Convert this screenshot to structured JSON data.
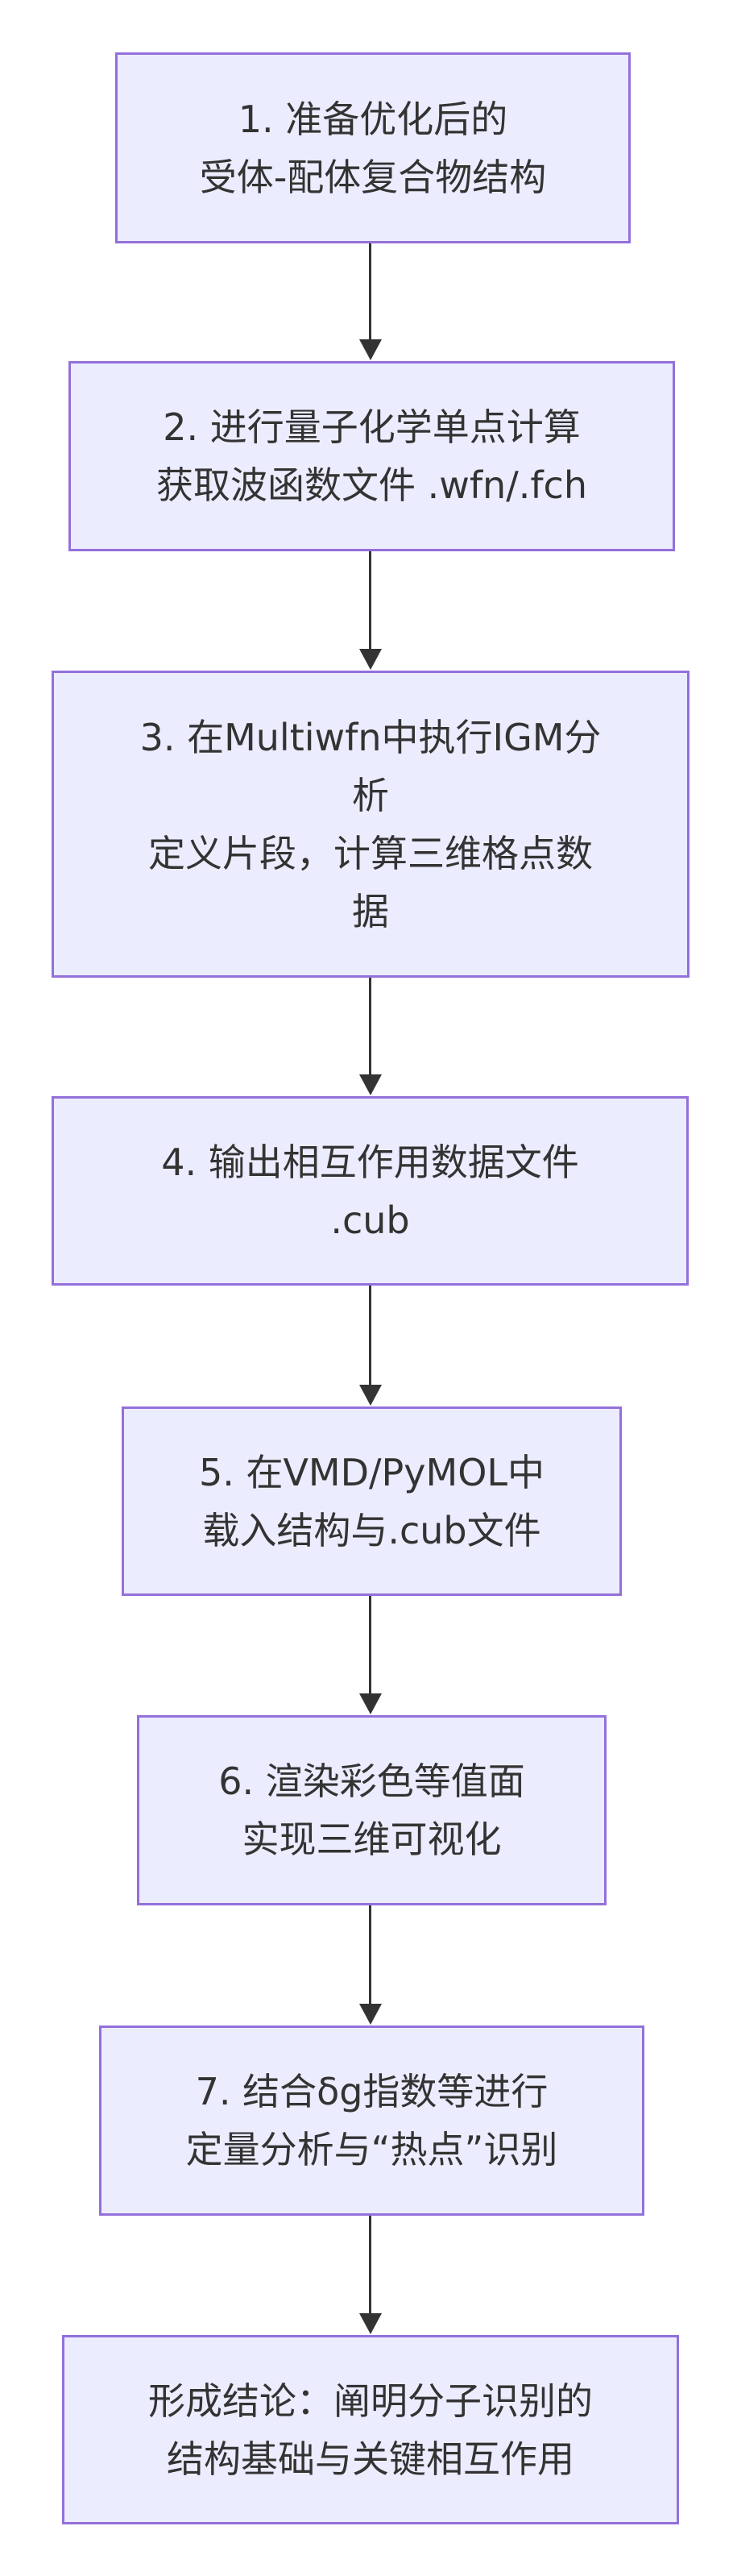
{
  "diagram": {
    "type": "flowchart",
    "direction": "top-down",
    "colors": {
      "background": "#ffffff",
      "node_fill": "#ECECFF",
      "node_border": "#9370DB",
      "text": "#333333",
      "arrow": "#333333"
    },
    "nodes": [
      {
        "id": "step1",
        "lines": [
          "1. 准备优化后的",
          "受体-配体复合物结构"
        ]
      },
      {
        "id": "step2",
        "lines": [
          "2. 进行量子化学单点计算",
          "获取波函数文件 .wfn/.fch"
        ]
      },
      {
        "id": "step3",
        "lines": [
          "3. 在Multiwfn中执行IGM分",
          "析",
          "定义片段，计算三维格点数",
          "据"
        ]
      },
      {
        "id": "step4",
        "lines": [
          "4. 输出相互作用数据文件",
          ".cub"
        ]
      },
      {
        "id": "step5",
        "lines": [
          "5. 在VMD/PyMOL中",
          "载入结构与.cub文件"
        ]
      },
      {
        "id": "step6",
        "lines": [
          "6. 渲染彩色等值面",
          "实现三维可视化"
        ]
      },
      {
        "id": "step7",
        "lines": [
          "7. 结合δg指数等进行",
          "定量分析与“热点”识别"
        ]
      },
      {
        "id": "step8",
        "lines": [
          "形成结论：阐明分子识别的",
          "结构基础与关键相互作用"
        ]
      }
    ],
    "edges": [
      {
        "from": "step1",
        "to": "step2"
      },
      {
        "from": "step2",
        "to": "step3"
      },
      {
        "from": "step3",
        "to": "step4"
      },
      {
        "from": "step4",
        "to": "step5"
      },
      {
        "from": "step5",
        "to": "step6"
      },
      {
        "from": "step6",
        "to": "step7"
      },
      {
        "from": "step7",
        "to": "step8"
      }
    ]
  }
}
